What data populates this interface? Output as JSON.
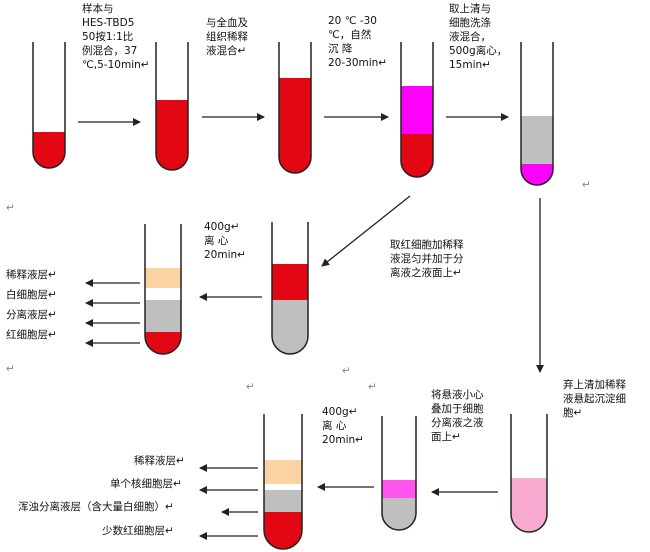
{
  "colors": {
    "red": "#e30613",
    "magenta": "#ff00ff",
    "pink": "#f7a9cf",
    "gray": "#bfbfbf",
    "peach": "#fbd3a4",
    "white": "#ffffff",
    "outline": "#222222"
  },
  "steps": {
    "s1": "样本与\nHES-TBD5\n50按1:1比\n例混合，37\n℃,5-10min↵",
    "s2": "与全血及\n组织稀释\n液混合↵",
    "s3": "20 ℃ -30\n℃，自然\n沉    降\n20-30min↵",
    "s4": "取上清与\n细胞洗涤\n液混合，\n500g离心，\n15min↵",
    "s5": "400g↵\n离    心\n20min↵",
    "s6": "取红细胞加稀释\n液混匀并加于分\n离液之液面上↵",
    "s7": "弃上清加稀释\n液悬起沉淀细\n胞↵",
    "s8": "将悬液小心\n叠加于细胞\n分离液之液\n面上↵",
    "s9": "400g↵\n离    心\n20min↵"
  },
  "layers1": [
    "稀释液层↵",
    "白细胞层↵",
    "分离液层↵",
    "红细胞层↵"
  ],
  "layers2": [
    "稀释液层↵",
    "单个核细胞层↵",
    "浑浊分离液层（含大量白细胞）↵",
    "少数红细胞层↵"
  ],
  "marks": [
    "↵",
    "↵",
    "↵",
    "↵",
    "↵",
    "↵"
  ]
}
